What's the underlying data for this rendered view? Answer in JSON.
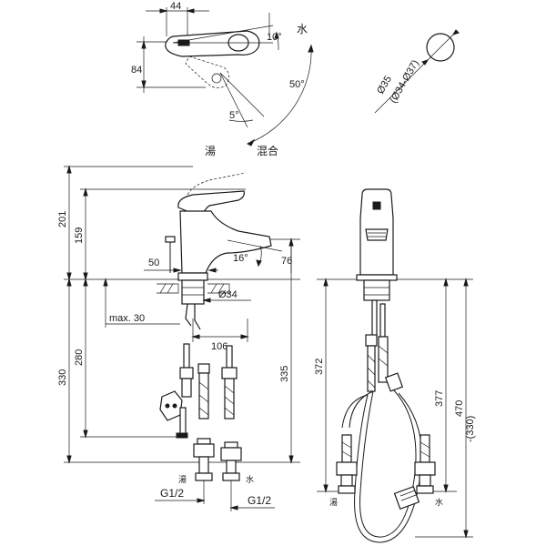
{
  "colors": {
    "ink": "#1a1a1a",
    "paper": "#ffffff"
  },
  "top_view": {
    "dim_width": "44",
    "dim_height": "84",
    "angle_cold": "10°",
    "angle_open": "50°",
    "angle_hot": "5°",
    "label_cold": "水",
    "label_hot": "湯",
    "label_mix": "混合"
  },
  "hole": {
    "dia": "Ø35",
    "dia_range": "(Ø34-Ø37)"
  },
  "side_view": {
    "dim_total_height": "201",
    "dim_spout_height": "159",
    "dim_spout_angle": "16°",
    "dim_spout_tip": "76",
    "dim_base_offset": "50",
    "dim_shank_dia": "Ø34",
    "dim_max_thickness": "max. 30",
    "dim_reach": "106",
    "dim_280": "280",
    "dim_330": "330",
    "dim_335": "335",
    "label_hot": "湯",
    "label_cold": "水",
    "conn_hot": "G1/2",
    "conn_cold": "G1/2"
  },
  "front_view": {
    "dim_372": "372",
    "dim_377": "377",
    "dim_470": "470",
    "dim_330_alt": "-(330)",
    "label_hot": "湯",
    "label_cold": "水"
  }
}
